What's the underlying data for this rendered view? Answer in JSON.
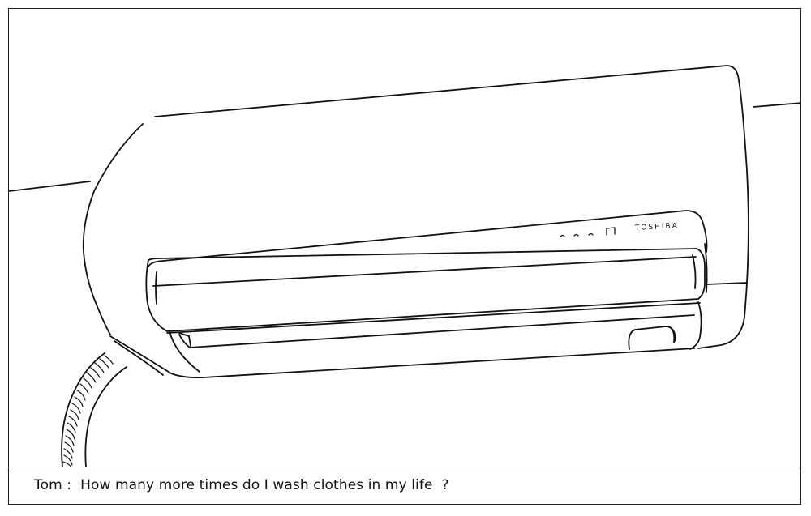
{
  "illustration": {
    "subject": "air-conditioner",
    "brand_label": "TOSHIBA"
  },
  "caption": {
    "text": "Tom :  How many more times do I wash clothes in my life  ?"
  }
}
